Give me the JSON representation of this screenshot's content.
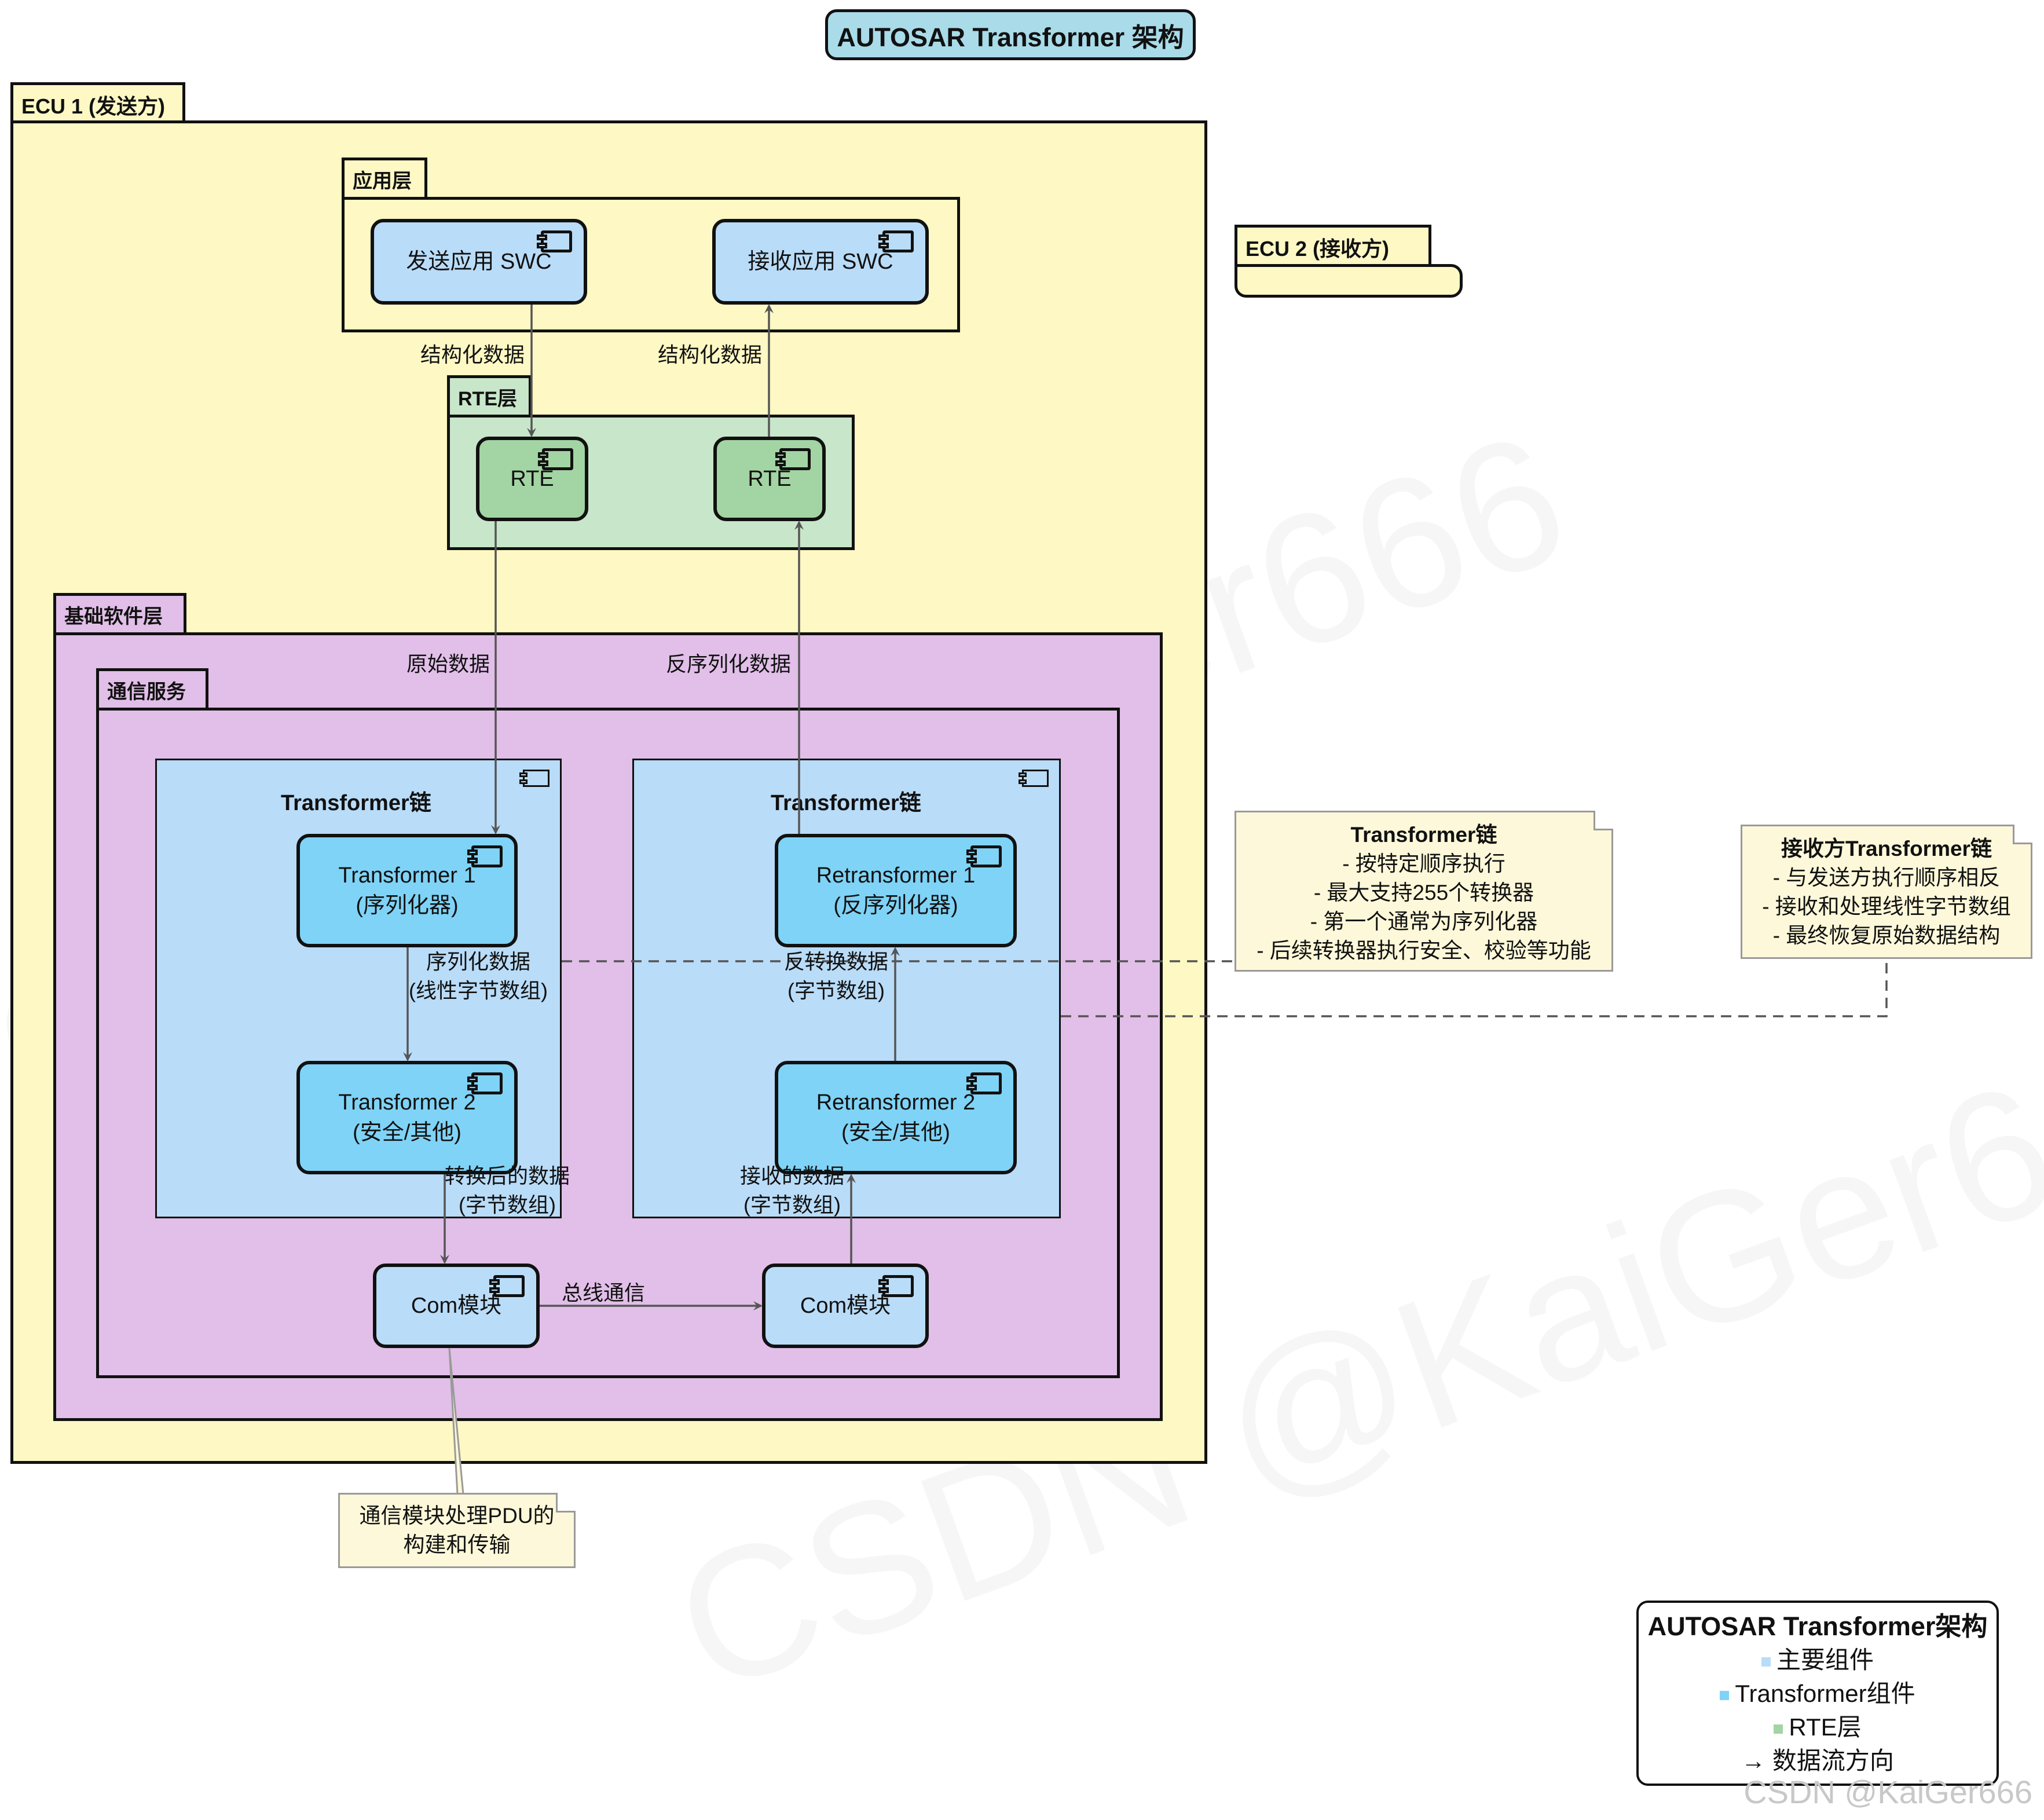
{
  "title": "AUTOSAR Transformer 架构",
  "ecu1": {
    "label": "ECU 1 (发送方)",
    "app_layer": {
      "label": "应用层",
      "send_swc": "发送应用 SWC",
      "recv_swc": "接收应用 SWC"
    },
    "rte_layer": {
      "label": "RTE层",
      "rte_left": "RTE",
      "rte_right": "RTE"
    },
    "bsw": {
      "label": "基础软件层",
      "comm": {
        "label": "通信服务",
        "chain_left": {
          "title": "Transformer链",
          "t1_line1": "Transformer 1",
          "t1_line2": "(序列化器)",
          "t2_line1": "Transformer 2",
          "t2_line2": "(安全/其他)"
        },
        "chain_right": {
          "title": "Transformer链",
          "r1_line1": "Retransformer 1",
          "r1_line2": "(反序列化器)",
          "r2_line1": "Retransformer 2",
          "r2_line2": "(安全/其他)"
        },
        "com_left": "Com模块",
        "com_right": "Com模块"
      }
    }
  },
  "ecu2": {
    "label": "ECU 2 (接收方)"
  },
  "edges": {
    "structured_left": "结构化数据",
    "structured_right": "结构化数据",
    "raw_data": "原始数据",
    "deserialized_data": "反序列化数据",
    "serialized_line1": "序列化数据",
    "serialized_line2": "(线性字节数组)",
    "reverse_line1": "反转换数据",
    "reverse_line2": "(字节数组)",
    "transformed_line1": "转换后的数据",
    "transformed_line2": "(字节数组)",
    "received_line1": "接收的数据",
    "received_line2": "(字节数组)",
    "bus": "总线通信"
  },
  "notes": {
    "chain": {
      "title": "Transformer链",
      "lines": [
        "- 按特定顺序执行",
        "- 最大支持255个转换器",
        "- 第一个通常为序列化器",
        "- 后续转换器执行安全、校验等功能"
      ]
    },
    "receiver": {
      "title": "接收方Transformer链",
      "lines": [
        "- 与发送方执行顺序相反",
        "- 接收和处理线性字节数组",
        "- 最终恢复原始数据结构"
      ]
    },
    "com": {
      "lines": [
        "通信模块处理PDU的",
        "构建和传输"
      ]
    }
  },
  "legend": {
    "title": "AUTOSAR Transformer架构",
    "items": [
      {
        "label": "主要组件",
        "color": "#b9dcf8"
      },
      {
        "label": "Transformer组件",
        "color": "#7fd3f6"
      },
      {
        "label": "RTE层",
        "color": "#a3d4a3"
      }
    ],
    "arrow_item": "→ 数据流方向"
  },
  "watermark": "CSDN @KaiGer666",
  "colors": {
    "ecu_bg": "#fdf8c4",
    "app_bg": "#fdf8c4",
    "rte_bg": "#c8e6c9",
    "rte_comp": "#a3d4a3",
    "bsw_bg": "#e1bfe8",
    "swc": "#b9dcf8",
    "transformer": "#7fd3f6",
    "com": "#b9dcf8",
    "note_bg": "#fdf8d9"
  }
}
